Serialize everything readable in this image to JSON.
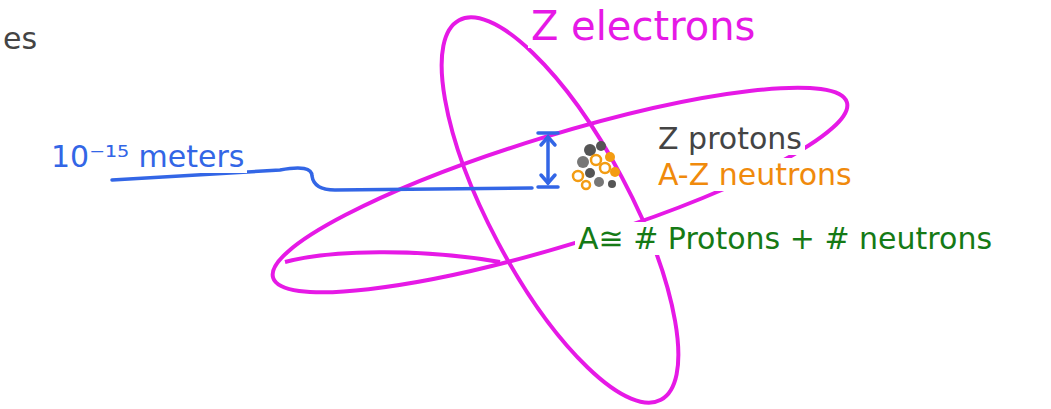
{
  "diagram": {
    "labels": [
      "es",
      "Z electrons",
      "Z protons",
      "A-Z neutrons",
      "A≅ # Protons + # neutrons",
      "10⁻¹⁵ meters"
    ]
  }
}
